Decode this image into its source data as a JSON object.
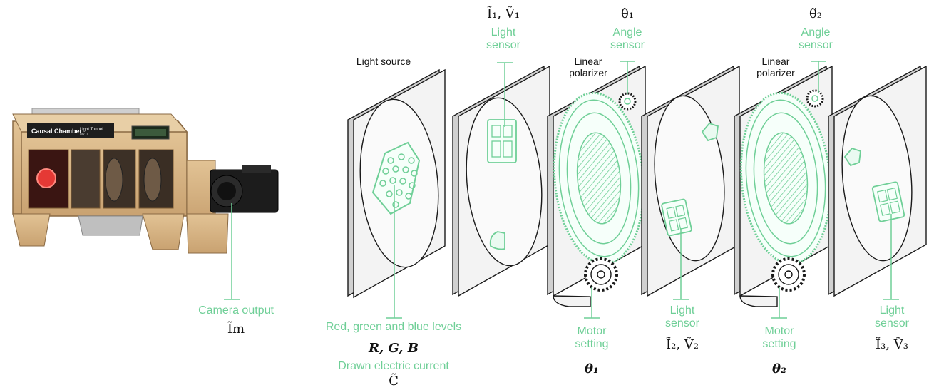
{
  "camera": {
    "front_title": "Causal Chamber",
    "front_subtitle": "Light Tunnel",
    "front_model": "Mk II",
    "output_label": "Camera output",
    "output_symbol": "Ĩm"
  },
  "light_source": {
    "label": "Light source",
    "levels_label": "Red, green and blue levels",
    "levels_symbol": "R, G, B",
    "current_label": "Drawn electric current",
    "current_symbol": "C̃"
  },
  "sensor1": {
    "label": "Light sensor",
    "symbol": "Ĩ₁, Ṽ₁"
  },
  "sensor2": {
    "label": "Light sensor",
    "symbol": "Ĩ₂, Ṽ₂"
  },
  "sensor3": {
    "label": "Light sensor",
    "symbol": "Ĩ₃, Ṽ₃"
  },
  "polarizer1": {
    "label": "Linear polarizer",
    "angle_label": "Angle sensor",
    "angle_symbol": "θ̃₁",
    "motor_label": "Motor setting",
    "motor_symbol": "θ₁"
  },
  "polarizer2": {
    "label": "Linear polarizer",
    "angle_label": "Angle sensor",
    "angle_symbol": "θ̃₂",
    "motor_label": "Motor setting",
    "motor_symbol": "θ₂"
  },
  "colors": {
    "accent": "#6fcf97",
    "outline": "#1a1a1a",
    "panel": "#f3f3f3",
    "wood": "#d8b888"
  }
}
